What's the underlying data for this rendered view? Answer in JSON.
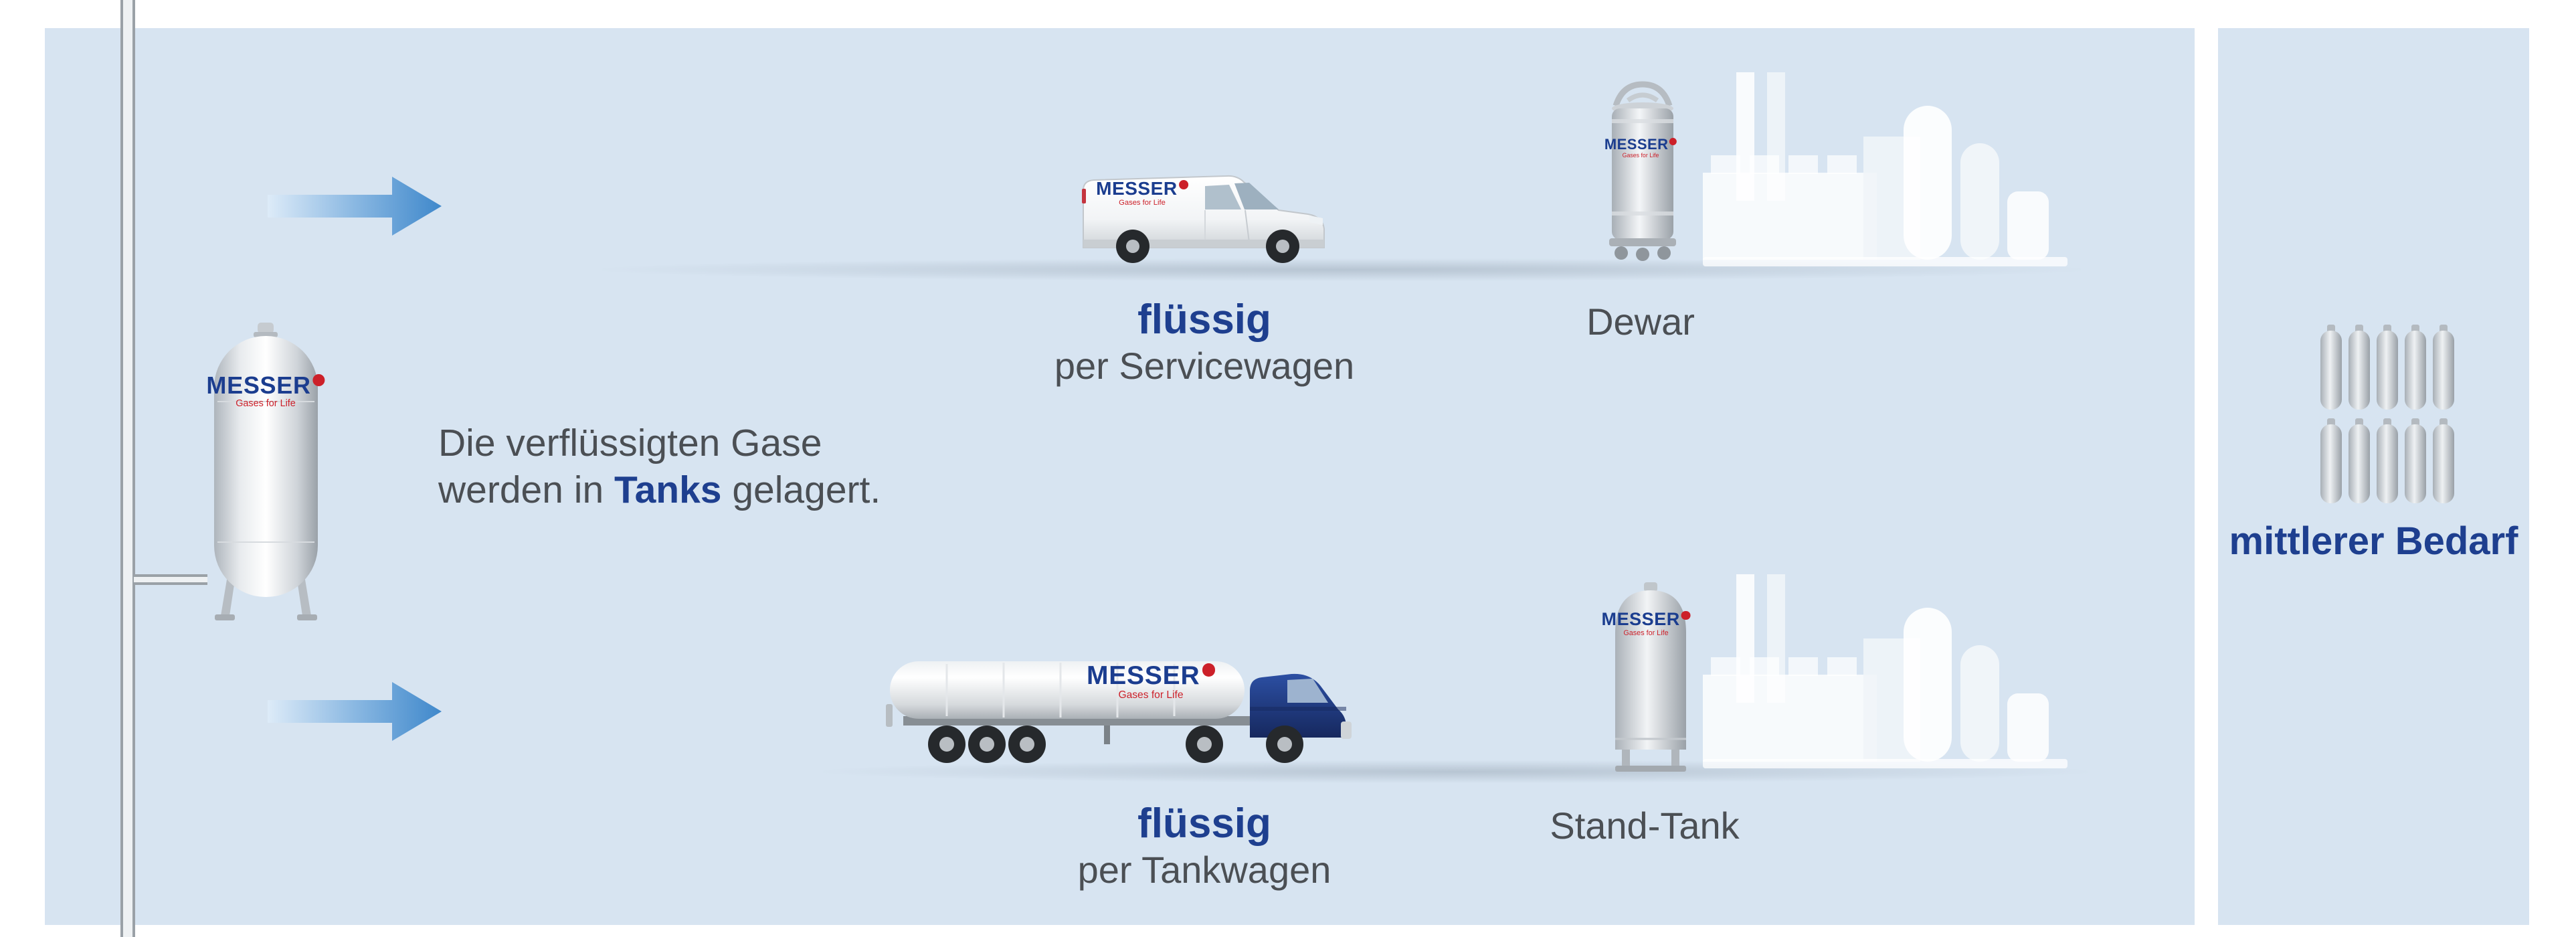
{
  "brand": {
    "name": "MESSER",
    "tagline": "Gases for Life"
  },
  "description": {
    "line1": "Die verflüssigten Gase",
    "line2_pre": "werden in ",
    "line2_bold": "Tanks",
    "line2_post": " gelagert."
  },
  "top_route": {
    "label_bold": "flüssig",
    "label_sub": "per Servicewagen",
    "destination": "Dewar"
  },
  "bottom_route": {
    "label_bold": "flüssig",
    "label_sub": "per Tankwagen",
    "destination": "Stand-Tank"
  },
  "right_panel": {
    "label": "mittlerer Bedarf"
  },
  "icons": {
    "storage-tank-icon": "css-shape",
    "service-van-icon": "css-shape",
    "tanker-truck-icon": "css-shape",
    "dewar-vessel-icon": "css-shape",
    "stand-tank-icon": "css-shape",
    "factory-icon": "css-shape",
    "gas-cylinders-icon": "css-shape",
    "flow-arrow-icon": "css-shape",
    "messer-badge-icon": "css-shape",
    "supply-pipe": "css-shape"
  },
  "colors": {
    "panel_bg": "#d7e4f1",
    "accent_blue": "#1e3f8f",
    "text_gray": "#4b4f54",
    "arrow_blue": "#4089cc",
    "messer_blue": "#1b3d8f",
    "messer_red": "#cc2029",
    "truck_cab_blue": "#1e3c86"
  }
}
